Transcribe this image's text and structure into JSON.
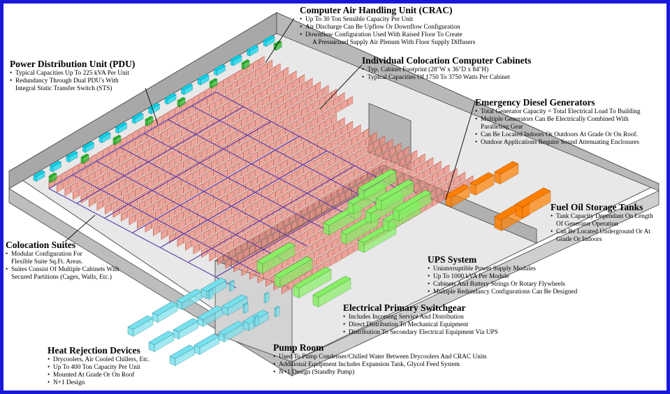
{
  "callouts": {
    "crac": {
      "title": "Computer Air Handling Unit (CRAC)",
      "bullets": [
        "Up To 30 Ton Sensible Capacity Per Unit",
        "Air Discharge Can Be Upflow Or Downflow Configuration",
        "Downflow Configuration Used With Raised Floor To Create",
        "A Pressurized Supply Air Plenum With Floor Supply Diffusers"
      ]
    },
    "pdu": {
      "title": "Power Distribution Unit (PDU)",
      "bullets": [
        "Typical Capacities Up To 225 kVA Per Unit",
        "Redundancy Through Dual PDU's With",
        "Integral Static Transfer Switch (STS)"
      ]
    },
    "cabinets": {
      "title": "Individual Colocation Computer Cabinets",
      "bullets": [
        "Typ. Cabinet Footprint (28\"W x 36\"D x 84\"H)",
        "Typical Capacities Of 1750 To 3750 Watts Per Cabinet"
      ]
    },
    "generators": {
      "title": "Emergency Diesel Generators",
      "bullets": [
        "Total Generator Capacity = Total Electrical Load To Building",
        "Multiple Generators Can Be Electrically Combined With",
        "Paralleling Gear",
        "Can Be Located Indoors Or Outdoors At Grade Or On Roof.",
        "Outdoor Applications Require Sound Attenuating Enclosures"
      ]
    },
    "fuel": {
      "title": "Fuel Oil Storage Tanks",
      "bullets": [
        "Tank Capacity Dependant On Length",
        "Of Generator Operation",
        "Can Be Located Underground Or At",
        "Grade Or Indoors"
      ]
    },
    "suites": {
      "title": "Colocation Suites",
      "bullets": [
        "Modular Configuration For",
        "Flexible Suite Sq.Ft. Areas.",
        "Suites Consist Of Multiple Cabinets With",
        "Secured Partitions (Cages, Walls, Etc.)"
      ]
    },
    "ups": {
      "title": "UPS System",
      "bullets": [
        "Uninterruptible Power Supply Modules",
        "Up To 1000 kVA Per Module",
        "Cabinets And Battery Strings Or Rotary Flywheels",
        "Multiple Redundancy Configurations Can Be Designed"
      ]
    },
    "switchgear": {
      "title": "Electrical Primary Switchgear",
      "bullets": [
        "Includes Incoming Service And Distribution",
        "Direct Distribution To Mechanical Equipment",
        "Distribution To Secondary Electrical Equipment Via UPS"
      ]
    },
    "heat": {
      "title": "Heat Rejection Devices",
      "bullets": [
        "Drycoolers, Air Cooled Chillers, Etc.",
        "Up To 400 Ton Capacity Per Unit",
        "Mounted At Grade Or On Roof",
        "N+1 Design"
      ]
    },
    "pump": {
      "title": "Pump Room",
      "bullets": [
        "Used To Pump Condenser/Chilled Water Between Drycoolers And CRAC Units",
        "Additional Equipment Includes Expansion Tank, Glycol Feed System",
        "N+1 Design (Standby Pump)"
      ]
    }
  },
  "colors": {
    "frame": "#1a18d8",
    "cabinet": "#f08a7a",
    "cabinet_stroke": "#b84a3a",
    "cage": "#5a3aa8",
    "crac": "#00d8f0",
    "pdu": "#22b822",
    "generator": "#ff7f00",
    "ups": "#88ee66",
    "heat_rejection": "#78e0ec",
    "wall": "#9a9a9a",
    "floor": "#e6e6e6"
  }
}
